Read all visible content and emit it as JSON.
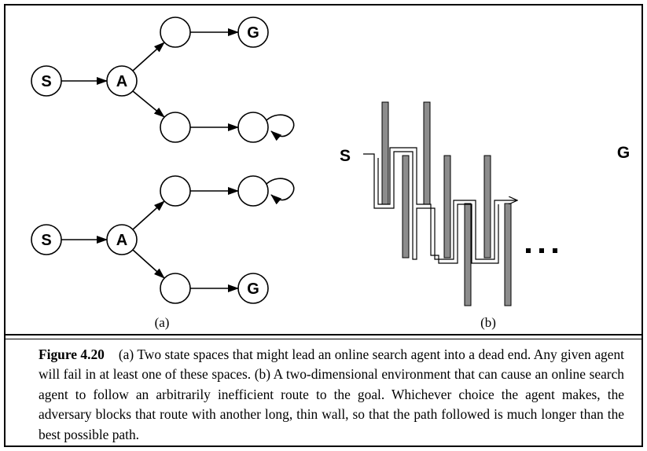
{
  "part_a": {
    "graph_top": {
      "start": "S",
      "agent": "A",
      "goal": "G"
    },
    "graph_bottom": {
      "start": "S",
      "agent": "A",
      "goal": "G"
    },
    "sublabel": "(a)"
  },
  "part_b": {
    "start": "S",
    "goal": "G",
    "ellipsis": "...",
    "sublabel": "(b)"
  },
  "caption": {
    "label": "Figure 4.20",
    "text": "(a) Two state spaces that might lead an online search agent into a dead end. Any given agent will fail in at least one of these spaces. (b) A two-dimensional environment that can cause an online search agent to follow an arbitrarily inefficient route to the goal. Whichever choice the agent makes, the adversary blocks that route with another long, thin wall, so that the path followed is much longer than the best possible path."
  },
  "colors": {
    "wall": "#8c8c8c",
    "line": "#000000",
    "background": "#ffffff"
  }
}
